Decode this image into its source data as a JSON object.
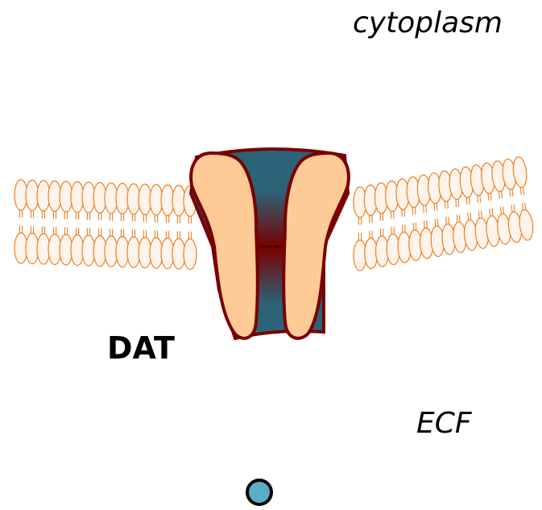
{
  "labels": {
    "cytoplasm": "cytoplasm",
    "transporter": "DAT",
    "extracellular": "ECF"
  },
  "colors": {
    "lipid_fill": "#fff4ec",
    "lipid_stroke": "#f07d1e",
    "protein_fill": "#fecb97",
    "protein_outline": "#7a0000",
    "channel_top": "#2c6378",
    "channel_mid": "#7a0000",
    "ligand_fill": "#5aaec9",
    "ligand_stroke": "#000000"
  },
  "icons": {
    "ligand": "dopamine-molecule-icon",
    "membrane": "lipid-bilayer-icon",
    "transporter": "transporter-protein-icon"
  }
}
